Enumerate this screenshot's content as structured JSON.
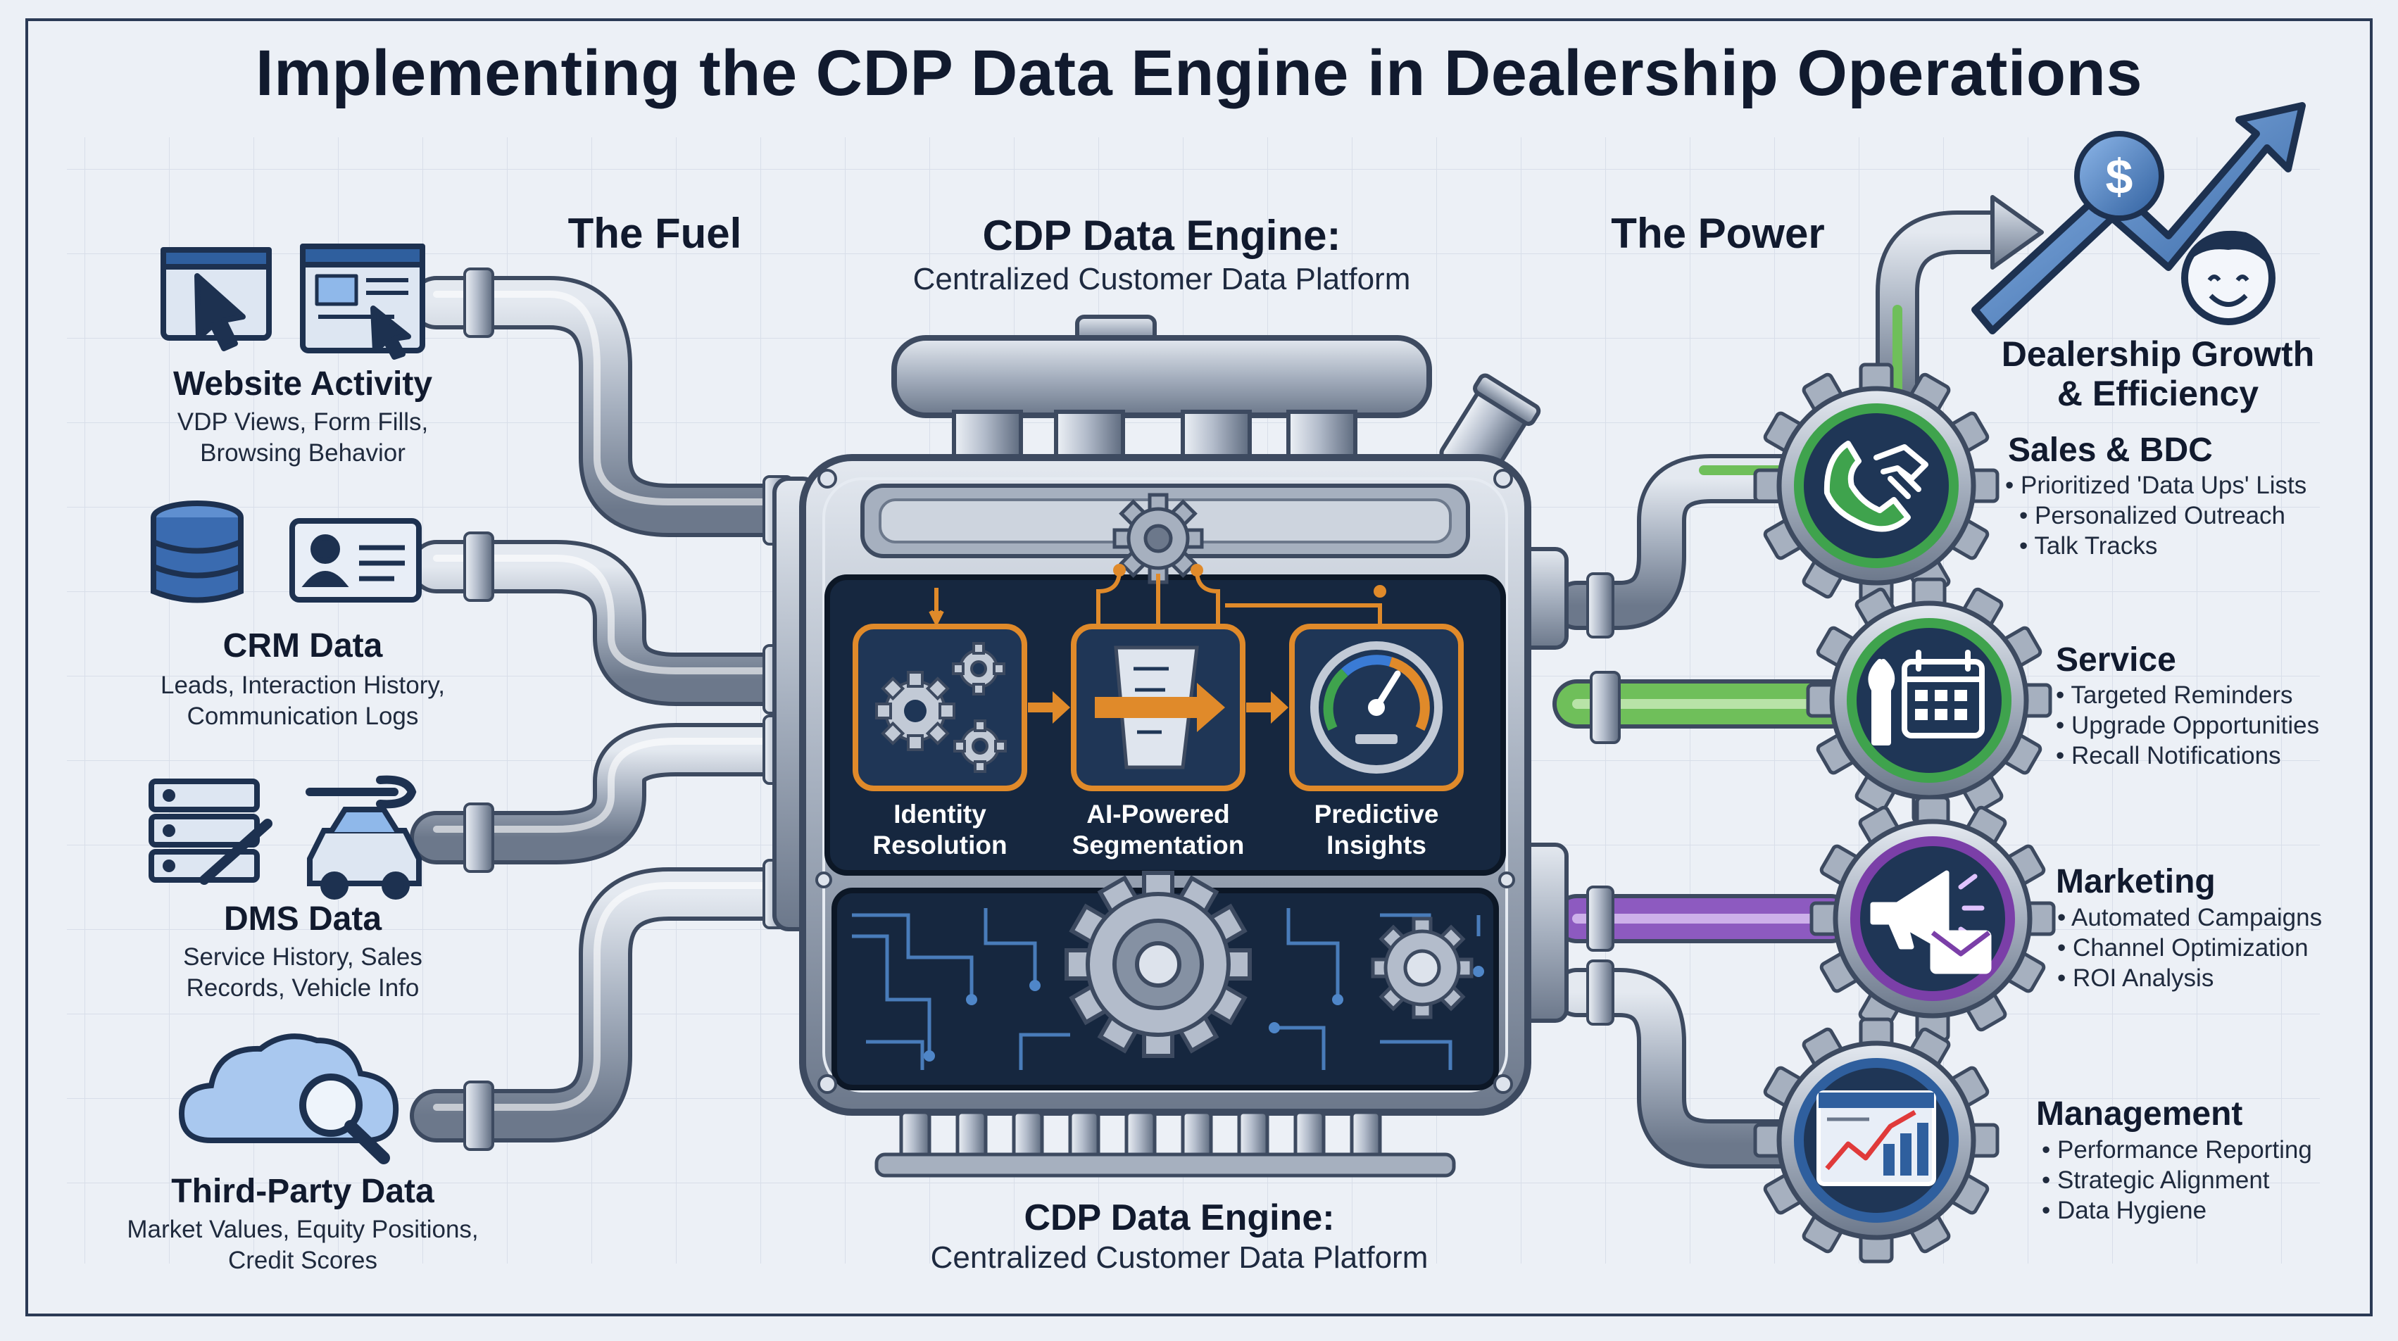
{
  "title": "Implementing the CDP Data Engine in Dealership Operations",
  "fuel_heading": "The Fuel",
  "power_heading": "The Power",
  "engine_heading": {
    "title": "CDP Data Engine:",
    "subtitle": "Centralized Customer Data Platform"
  },
  "engine_footer": {
    "title": "CDP Data Engine:",
    "subtitle": "Centralized Customer Data Platform"
  },
  "sources": [
    {
      "label": "Website Activity",
      "desc_line1": "VDP Views, Form Fills,",
      "desc_line2": "Browsing Behavior",
      "icon": "browser-cursor-icon"
    },
    {
      "label": "CRM Data",
      "desc_line1": "Leads, Interaction History,",
      "desc_line2": "Communication Logs",
      "icon": "database-id-card-icon"
    },
    {
      "label": "DMS Data",
      "desc_line1": "Service History, Sales",
      "desc_line2": "Records, Vehicle Info",
      "icon": "server-wrench-car-icon"
    },
    {
      "label": "Third-Party Data",
      "desc_line1": "Market Values, Equity Positions,",
      "desc_line2": "Credit Scores",
      "icon": "cloud-magnifier-icon"
    }
  ],
  "engine_stages": [
    {
      "line1": "Identity",
      "line2": "Resolution",
      "icon": "gears-icon"
    },
    {
      "line1": "AI-Powered",
      "line2": "Segmentation",
      "icon": "funnel-arrow-icon"
    },
    {
      "line1": "Predictive",
      "line2": "Insights",
      "icon": "gauge-icon"
    }
  ],
  "outputs": [
    {
      "label": "Sales & BDC",
      "items": [
        "Prioritized 'Data Ups' Lists",
        "Personalized Outreach",
        "Talk Tracks"
      ],
      "icon": "handshake-phone-icon",
      "ring_color": "#3fa34d"
    },
    {
      "label": "Service",
      "items": [
        "Targeted Reminders",
        "Upgrade Opportunities",
        "Recall Notifications"
      ],
      "icon": "wrench-calendar-icon",
      "ring_color": "#3fa34d"
    },
    {
      "label": "Marketing",
      "items": [
        "Automated Campaigns",
        "Channel Optimization",
        "ROI Analysis"
      ],
      "icon": "megaphone-envelope-icon",
      "ring_color": "#7b3fa8"
    },
    {
      "label": "Management",
      "items": [
        "Performance Reporting",
        "Strategic Alignment",
        "Data Hygiene"
      ],
      "icon": "chart-dashboard-icon",
      "ring_color": "#2f5f9e"
    }
  ],
  "growth": {
    "line1": "Dealership Growth",
    "line2": "& Efficiency",
    "icon": "growth-arrow-dollar-icon",
    "dollar": "$"
  },
  "colors": {
    "navy": "#1d3150",
    "engine_panel": "#16273f",
    "accent_orange": "#e08a2a",
    "green": "#3fa34d",
    "purple": "#7b3fa8",
    "blue": "#2f5f9e"
  }
}
